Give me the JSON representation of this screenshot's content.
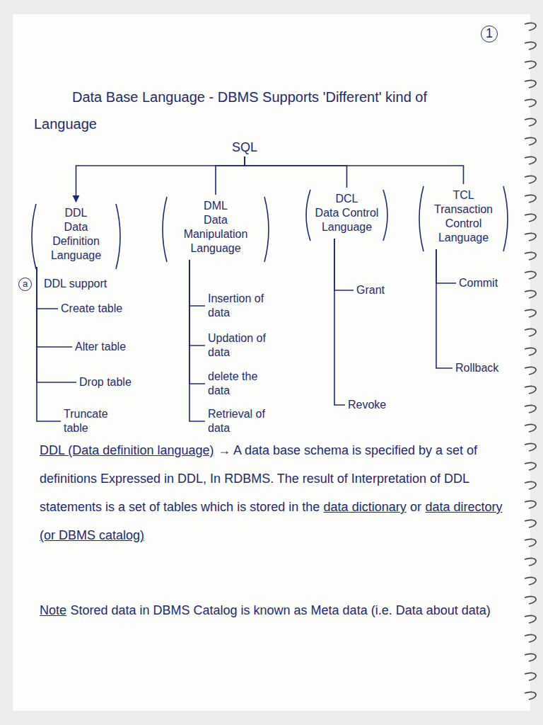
{
  "diagram": {
    "title": "Data Base Language - DBMS Supports 'Different' kind of Language",
    "nodes": [
      {
        "text": [
          "SQL"
        ]
      },
      {
        "text": [
          "DDL",
          "Data Definition Language"
        ]
      },
      {
        "text": [
          "DML",
          "Data Manipulation Language"
        ]
      },
      {
        "text": [
          "DCL",
          "Data Control Language"
        ]
      },
      {
        "text": [
          "TCL",
          "Transaction Control Language"
        ]
      },
      {
        "text": [
          "Create table"
        ]
      },
      {
        "text": [
          "Alter table"
        ]
      },
      {
        "text": [
          "Drop table"
        ]
      },
      {
        "text": [
          "Truncate table"
        ]
      },
      {
        "text": [
          "Insertion of data"
        ]
      },
      {
        "text": [
          "Updation of data"
        ]
      },
      {
        "text": [
          "delete the data"
        ]
      },
      {
        "text": [
          "Retrieval of data"
        ]
      },
      {
        "text": [
          "Grant"
        ]
      },
      {
        "text": [
          "Revoke"
        ]
      },
      {
        "text": [
          "Commit"
        ]
      },
      {
        "text": [
          "Rollback"
        ]
      }
    ],
    "edges": [
      {
        "from": 0,
        "to": 1,
        "arrow": "to"
      },
      {
        "from": 0,
        "to": 2,
        "arrow": "none"
      },
      {
        "from": 0,
        "to": 3,
        "arrow": "none"
      },
      {
        "from": 0,
        "to": 4,
        "arrow": "none"
      },
      {
        "from": 1,
        "to": 5,
        "arrow": "none"
      },
      {
        "from": 1,
        "to": 6,
        "arrow": "none"
      },
      {
        "from": 1,
        "to": 7,
        "arrow": "none"
      },
      {
        "from": 1,
        "to": 8,
        "arrow": "none"
      },
      {
        "from": 2,
        "to": 9,
        "arrow": "none"
      },
      {
        "from": 2,
        "to": 10,
        "arrow": "none"
      },
      {
        "from": 2,
        "to": 11,
        "arrow": "none"
      },
      {
        "from": 2,
        "to": 12,
        "arrow": "none"
      },
      {
        "from": 3,
        "to": 13,
        "arrow": "none"
      },
      {
        "from": 3,
        "to": 14,
        "arrow": "none"
      },
      {
        "from": 4,
        "to": 15,
        "arrow": "none"
      },
      {
        "from": 4,
        "to": 16,
        "arrow": "none"
      }
    ],
    "labels": [
      "1",
      "a",
      "DDL support",
      "DDL (Data definition language)",
      "→ A data base schema is specified by a set of definitions Expressed in DDL, In RDBMS. The result of Interpretation of DDL statements is a set of tables which is stored in the",
      "data dictionary",
      "or",
      "data directory (or DBMS catalog)",
      "Note",
      "Stored data in DBMS Catalog is known as Meta data (i.e. Data about data)"
    ]
  }
}
